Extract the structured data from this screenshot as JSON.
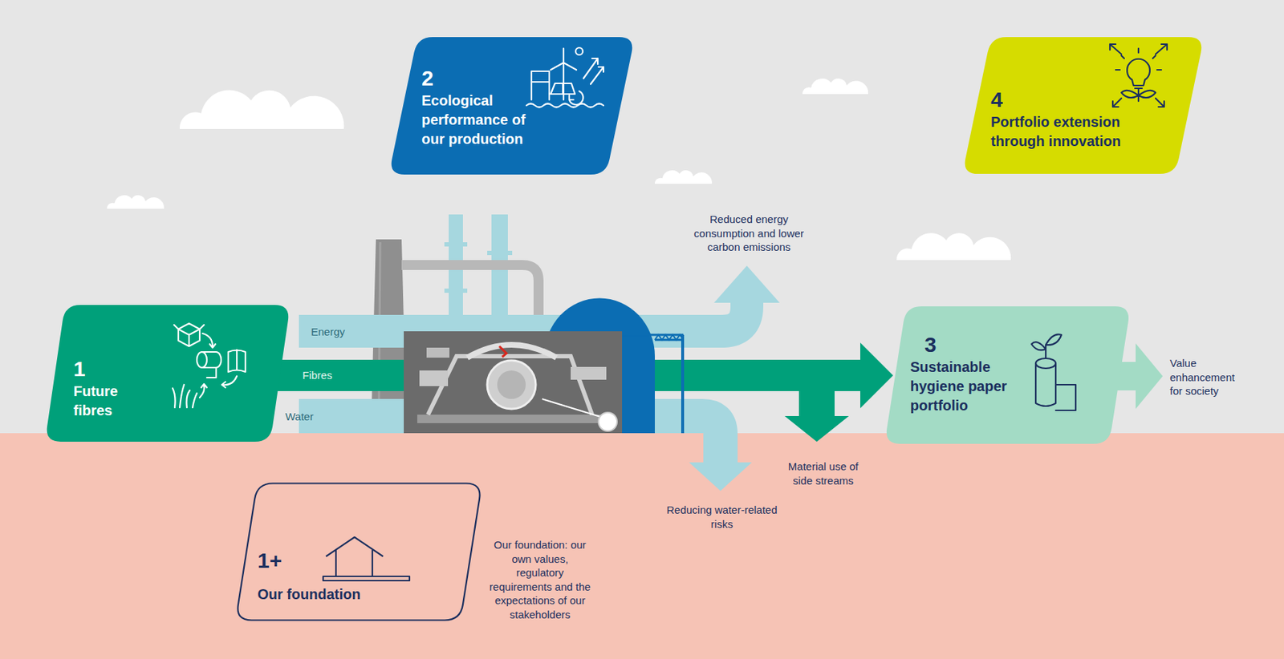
{
  "diagram": {
    "nodes": [
      {
        "text": [
          "1",
          "Future fibres"
        ]
      },
      {
        "text": [
          "2",
          "Ecological performance of our production"
        ]
      },
      {
        "text": [
          "3",
          "Sustainable hygiene paper portfolio"
        ]
      },
      {
        "text": [
          "4",
          "Portfolio extension through innovation"
        ]
      },
      {
        "text": [
          "1+",
          "Our foundation"
        ]
      }
    ],
    "edges": [
      {
        "from": 0,
        "to": 2,
        "label": "Fibres",
        "arrow": "to"
      }
    ],
    "labels": [
      "Reduced energy consumption and lower carbon emissions",
      "Energy",
      "Water",
      "Material use of side streams",
      "Reducing water-related risks",
      "Value enhancement for society",
      "Our foundation: our own values, regulatory requirements and the expectations of our stakeholders"
    ]
  }
}
